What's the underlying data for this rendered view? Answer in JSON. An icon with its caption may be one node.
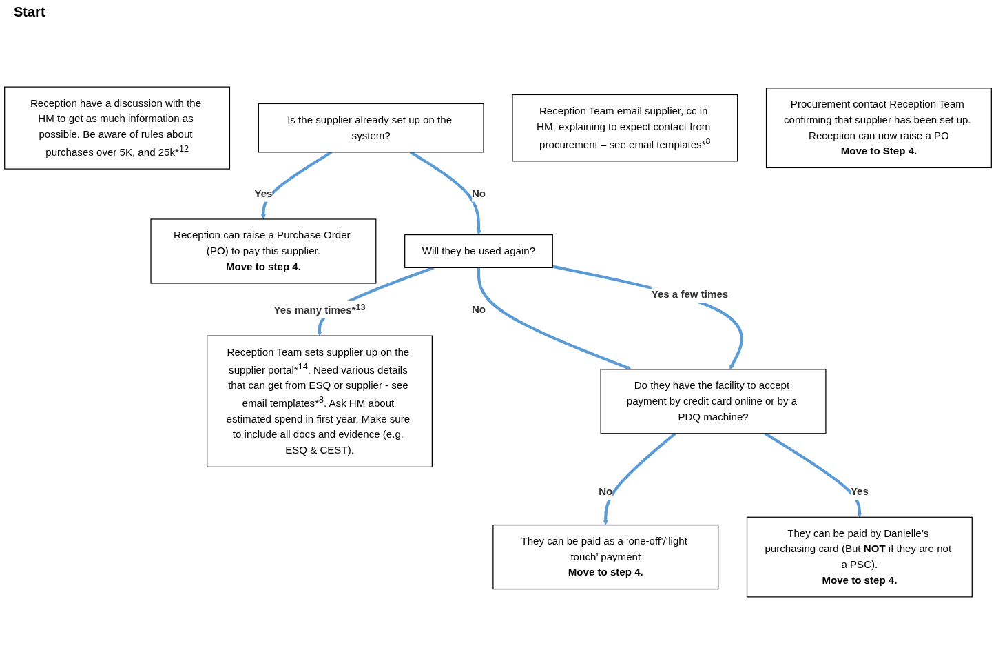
{
  "diagram": {
    "nodes": [
      {
        "text": [
          "Reception have a discussion with the HM to get as much information as possible. Be aware of rules about purchases over 5K, and 25k*$^{12}$"
        ]
      },
      {
        "text": [
          "Is the supplier already set up on the system?"
        ]
      },
      {
        "text": [
          "Reception can raise a Purchase Order (PO) to pay this supplier.",
          "Move to step 4."
        ]
      },
      {
        "text": [
          "Reception Team sets supplier up on the supplier portal*$^{14}$. Need various details that can get from ESQ or supplier - see email templates*$^{8}$. Ask HM about estimated spend in first year. Make sure to include all docs and evidence (e.g. ESQ & CEST)."
        ]
      },
      {
        "text": [
          "Reception Team email supplier, cc in HM, explaining to expect contact from procurement – see email templates*$^{8}$"
        ]
      },
      {
        "text": [
          "Procurement contact Reception Team confirming that supplier has been set up. Reception can now raise a PO",
          "Move to Step 4."
        ]
      },
      {
        "text": [
          "Will they be used again?"
        ]
      },
      {
        "text": [
          "They can be paid as a ‘one-off’/‘light touch’ payment",
          "Move to step 4."
        ]
      },
      {
        "text": [
          "Do they have the facility to accept payment by credit card online or by a PDQ machine?"
        ]
      },
      {
        "text": [
          "They can be paid by Danielle’s purchasing card (But **NOT** if they are not a PSC).",
          "Move to step 4."
        ]
      }
    ],
    "edges": [
      {
        "from": 1,
        "to": 2,
        "arrow": "to",
        "label": "Yes"
      },
      {
        "from": 1,
        "to": 6,
        "arrow": "to",
        "label": "No"
      },
      {
        "from": 6,
        "to": 3,
        "arrow": "to",
        "label": "Yes many times*$^{13}$"
      },
      {
        "from": 6,
        "to": 8,
        "arrow": "to",
        "label": "No"
      },
      {
        "from": 6,
        "to": 8,
        "arrow": "to",
        "label": "Yes a few times"
      },
      {
        "from": 8,
        "to": 7,
        "arrow": "to",
        "label": "No"
      },
      {
        "from": 8,
        "to": 9,
        "arrow": "to",
        "label": "Yes"
      }
    ],
    "labels": [
      "Start"
    ]
  }
}
